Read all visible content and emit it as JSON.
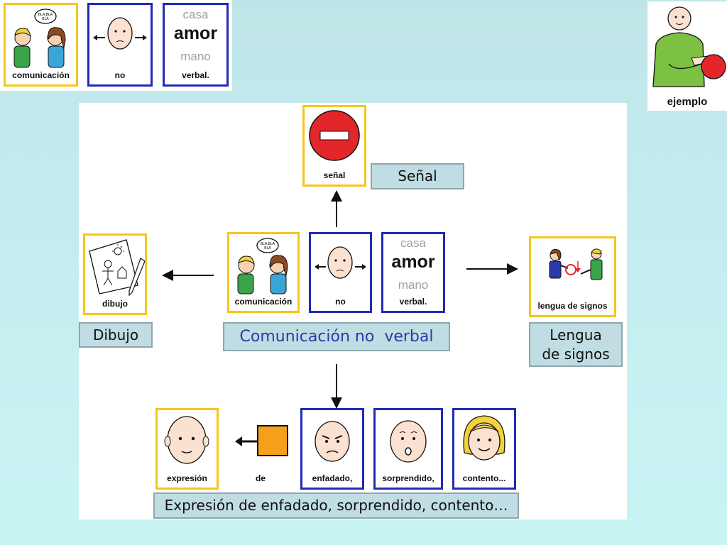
{
  "header_strip": {
    "cards": [
      {
        "label": "comunicación"
      },
      {
        "label": "no"
      },
      {
        "label": "verbal.",
        "words": [
          "casa",
          "amor",
          "mano"
        ]
      }
    ]
  },
  "example_card": {
    "label": "ejemplo"
  },
  "diagram": {
    "center": {
      "cards": [
        {
          "label": "comunicación"
        },
        {
          "label": "no"
        },
        {
          "label": "verbal.",
          "words": [
            "casa",
            "amor",
            "mano"
          ]
        }
      ],
      "caption": "Comunicación no  verbal"
    },
    "top": {
      "card_label": "señal",
      "caption": "Señal"
    },
    "left": {
      "card_label": "dibujo",
      "caption": "Dibujo"
    },
    "right": {
      "card_label": "lengua de signos",
      "caption": "Lengua de signos"
    },
    "bottom": {
      "cards": [
        {
          "label": "expresión"
        },
        {
          "label": "de"
        },
        {
          "label": "enfadado,"
        },
        {
          "label": "sorprendido,"
        },
        {
          "label": "contento..."
        }
      ],
      "caption": "Expresión de enfadado, sorprendido, contento…"
    }
  },
  "colors": {
    "card_yellow": "#f5c61a",
    "card_blue": "#1f2bb8",
    "caption_bg": "#bfdde3",
    "center_caption_text": "#2b3aa8",
    "no_entry_red": "#e3262a",
    "orange_square": "#f5a01a"
  }
}
